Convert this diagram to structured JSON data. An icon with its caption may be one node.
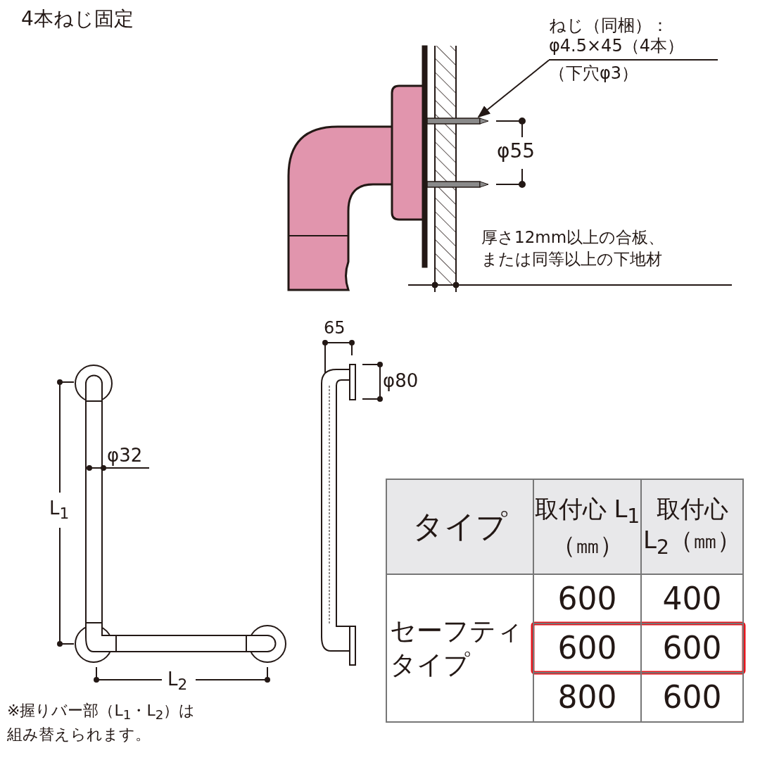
{
  "diagram": {
    "title": "4本ねじ固定",
    "nodes": [
      {
        "text": [
          "ねじ（同梱）：φ4.5×45（4本）",
          "（下穴φ3）"
        ]
      },
      {
        "text": [],
        "shape": "bar"
      }
    ],
    "edges": [
      {
        "from": 0,
        "to": 1,
        "arrow": "to"
      }
    ],
    "labels": [
      "φ55",
      "厚さ12mm以上の合板、または同等以上の下地材",
      "65",
      "φ80",
      "φ32",
      "L$_{1}$",
      "タイプ",
      "取付心 L$_{1}$（㎜）",
      "取付心 L$_{2}$（㎜）",
      "セーフティタイプ",
      "600",
      "400",
      "600",
      "600",
      "800",
      "600",
      "L$_{2}$",
      "※握りバー部（L$_{1}$・L$_{2}$）は組み替えられます。"
    ]
  }
}
